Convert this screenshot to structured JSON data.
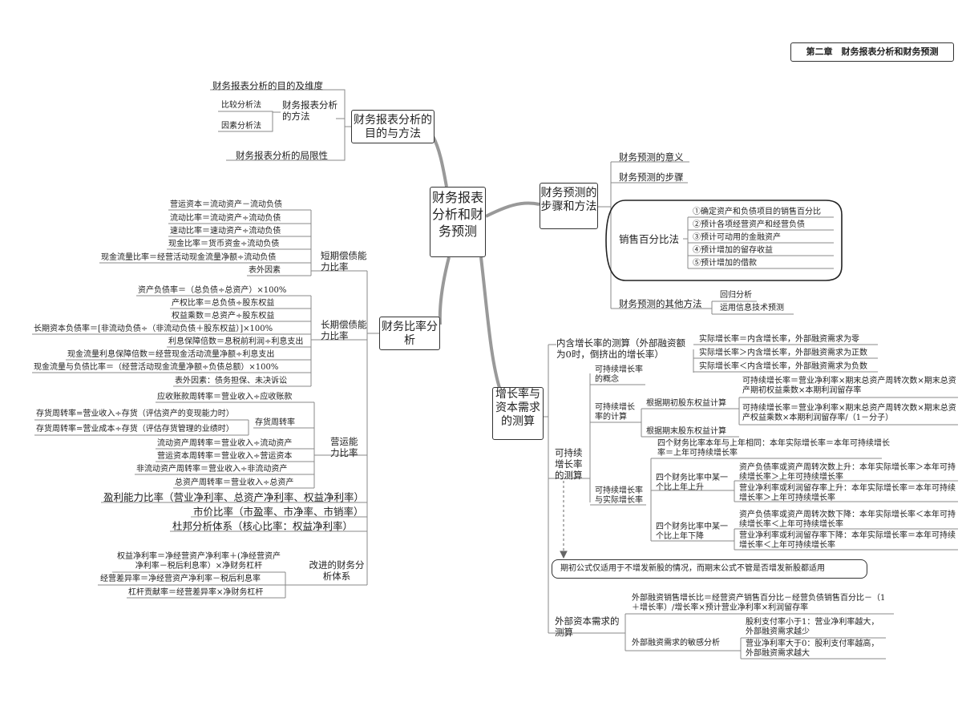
{
  "chapter_title": "第二章　财务报表分析和财务预测",
  "root": "财务报表分析和财务预测",
  "purpose": {
    "title": "财务报表分析的目的与方法",
    "aims": "财务报表分析的目的及维度",
    "methods": "财务报表分析的方法",
    "compare": "比较分析法",
    "factor": "因素分析法",
    "limits": "财务报表分析的局限性"
  },
  "ratio": {
    "title": "财务比率分析",
    "short_term": {
      "label": "短期偿债能力比率",
      "items": [
        "营运资本＝流动资产－流动负债",
        "流动比率＝流动资产÷流动负债",
        "速动比率＝速动资产÷流动负债",
        "现金比率＝货币资金÷流动负债",
        "现金流量比率＝经营活动现金流量净额÷流动负债",
        "表外因素"
      ]
    },
    "long_term": {
      "label": "长期偿债能力比率",
      "items": [
        "资产负债率＝（总负债÷总资产）×100%",
        "产权比率＝总负债÷股东权益",
        "权益乘数＝总资产÷股东权益",
        "长期资本负债率＝[非流动负债÷（非流动负债＋股东权益）]×100%",
        "利息保障倍数＝息税前利润÷利息支出",
        "现金流量利息保障倍数＝经营现金活动流量净额÷利息支出",
        "现金流量与负债比率＝（经营活动现金流量净额÷负债总额）×100%",
        "表外因素：债务担保、未决诉讼"
      ]
    },
    "operating": {
      "label": "营运能力比率",
      "items": [
        "应收账款周转率＝营业收入÷应收账款",
        "存货周转率",
        "流动资产周转率＝营业收入÷流动资产",
        "营运资本周转率＝营业收入÷营运资本",
        "非流动资产周转率＝营业收入÷非流动资产",
        "总资产周转率＝营业收入÷总资产"
      ],
      "inventory": [
        "存货周转率=营业收入÷存货（评估资产的变现能力时）",
        "存货周转率=营业成本÷存货（评估存货管理的业绩时）"
      ]
    },
    "profit": "盈利能力比率（营业净利率、总资产净利率、权益净利率）",
    "market": "市价比率（市盈率、市净率、市销率）",
    "dupont": "杜邦分析体系（核心比率：权益净利率）",
    "improved": {
      "label": "改进的财务分析体系",
      "items": [
        "权益净利率＝净经营资产净利率＋(净经营资产净利率－税后利息率）×净财务杠杆",
        "经营差异率＝净经营资产净利率－税后利息率",
        "杠杆贡献率＝经营差异率×净财务杠杆"
      ]
    }
  },
  "forecast": {
    "title": "财务预测的步骤和方法",
    "meaning": "财务预测的意义",
    "steps": "财务预测的步骤",
    "pct": "销售百分比法",
    "pct_steps": [
      "①确定资产和负债项目的销售百分比",
      "②预计各项经营资产和经营负债",
      "③预计可动用的金融资产",
      "④预计增加的留存收益",
      "⑤预计增加的借款"
    ],
    "other": "财务预测的其他方法",
    "regression": "回归分析",
    "it": "运用信息技术预测"
  },
  "growth": {
    "title": "增长率与资本需求的测算",
    "internal": "内含增长率的测算（外部融资额为0时，倒挤出的增长率）",
    "internal_items": [
      "实际增长率＝内含增长率，外部融资需求为零",
      "实际增长率＞内含增长率，外部融资需求为正数",
      "实际增长率＜内含增长率，外部融资需求为负数"
    ],
    "sustainable": "可持续增长率的测算",
    "concept": "可持续增长率的概念",
    "calc": "可持续增长率的计算",
    "calc_begin": "根据期初股东权益计算",
    "calc_begin_f": "可持续增长率＝营业净利率×期末总资产周转次数×期末总资产期初权益乘数×本期利润留存率",
    "calc_end": "根据期末股东权益计算",
    "calc_end_f": "可持续增长率＝营业净利率×期末总资产周转次数×期末总资产权益乘数×本期利润留存率/（1－分子）",
    "relation": "可持续增长率与实际增长率",
    "same": "四个财务比率本年与上年相同：本年实际增长率＝本年可持续增长率＝上年可持续增长率",
    "rise": "四个财务比率中某一个比上年上升",
    "rise_1": "资产负债率或资产周转次数上升：本年实际增长率＞本年可持续增长率＞上年可持续增长率",
    "rise_2": "营业净利率或利润留存率上升：本年实际增长率＝本年可持续增长率＞上年可持续增长率",
    "fall": "四个财务比率中某一个比上年下降",
    "fall_1": "资产负债率或资产周转次数下降：本年实际增长率＜本年可持续增长率＜上年可持续增长率",
    "fall_2": "营业净利率或利润留存率下降：本年实际增长率＝本年可持续增长率＜上年可持续增长率",
    "note": "期初公式仅适用于不增发新股的情况，而期末公式不管是否增发新股都适用",
    "external": "外部资本需求的测算",
    "ext_ratio": "外部融资销售增长比＝经营资产销售百分比－经营负债销售百分比－（1＋增长率）/增长率×预计营业净利率×利润留存率",
    "sensitivity": "外部融资需求的敏感分析",
    "sens_1": "股利支付率小于1：营业净利率越大，外部融资需求越少",
    "sens_2": "营业净利率大于0：股利支付率越高，外部融资需求越大"
  }
}
